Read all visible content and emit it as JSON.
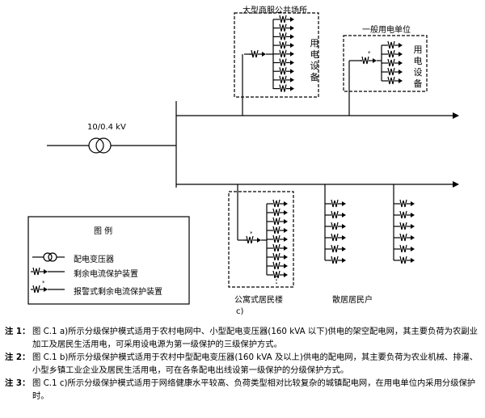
{
  "diagram": {
    "voltage": "10/0.4 kV",
    "large_venue_label": "大型商服公共场所",
    "general_unit_label": "一般用电单位",
    "equipment_label": "用电设备",
    "apartment_label": "公寓式居民楼",
    "scattered_label": "散居居民户",
    "dots": "⋮",
    "subfig": "c)",
    "legend": {
      "title": "图 例",
      "items": [
        "配电变压器",
        "剩余电流保护装置",
        "报警式剩余电流保护装置"
      ]
    }
  },
  "notes": [
    {
      "tag": "注 1：",
      "text": "图 C.1 a)所示分级保护模式适用于农村电网中、小型配电变压器(160 kVA 以下)供电的架空配电网，其主要负荷为农副业加工及居民生活用电，可采用设电源为第一级保护的三级保护方式。"
    },
    {
      "tag": "注 2：",
      "text": "图 C.1 b)所示分级保护模式适用于农村中型配电变压器(160 kVA 及以上)供电的配电网，其主要负荷为农业机械、排灌、小型乡镇工业企业及居民生活用电，可在各条配电出线设第一级保护的分级保护方式。"
    },
    {
      "tag": "注 3：",
      "text": "图 C.1 c)所示分级保护模式适用于网络健康水平较高、负荷类型相对比较复杂的城镇配电网，在用电单位内采用分级保护时。"
    }
  ]
}
